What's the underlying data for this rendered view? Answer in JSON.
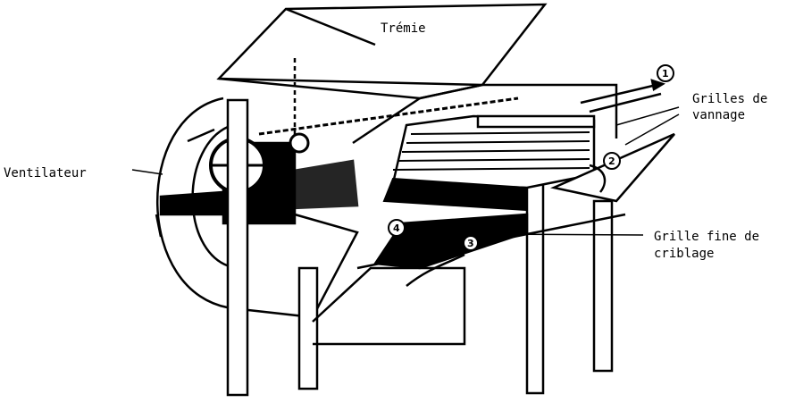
{
  "labels": {
    "hopper": "Trémie",
    "fan": "Ventilateur",
    "winnowing_screens_line1": "Grilles de",
    "winnowing_screens_line2": "vannage",
    "fine_screen_line1": "Grille fine de",
    "fine_screen_line2": "criblage"
  },
  "markers": [
    "1",
    "2",
    "3",
    "4"
  ]
}
